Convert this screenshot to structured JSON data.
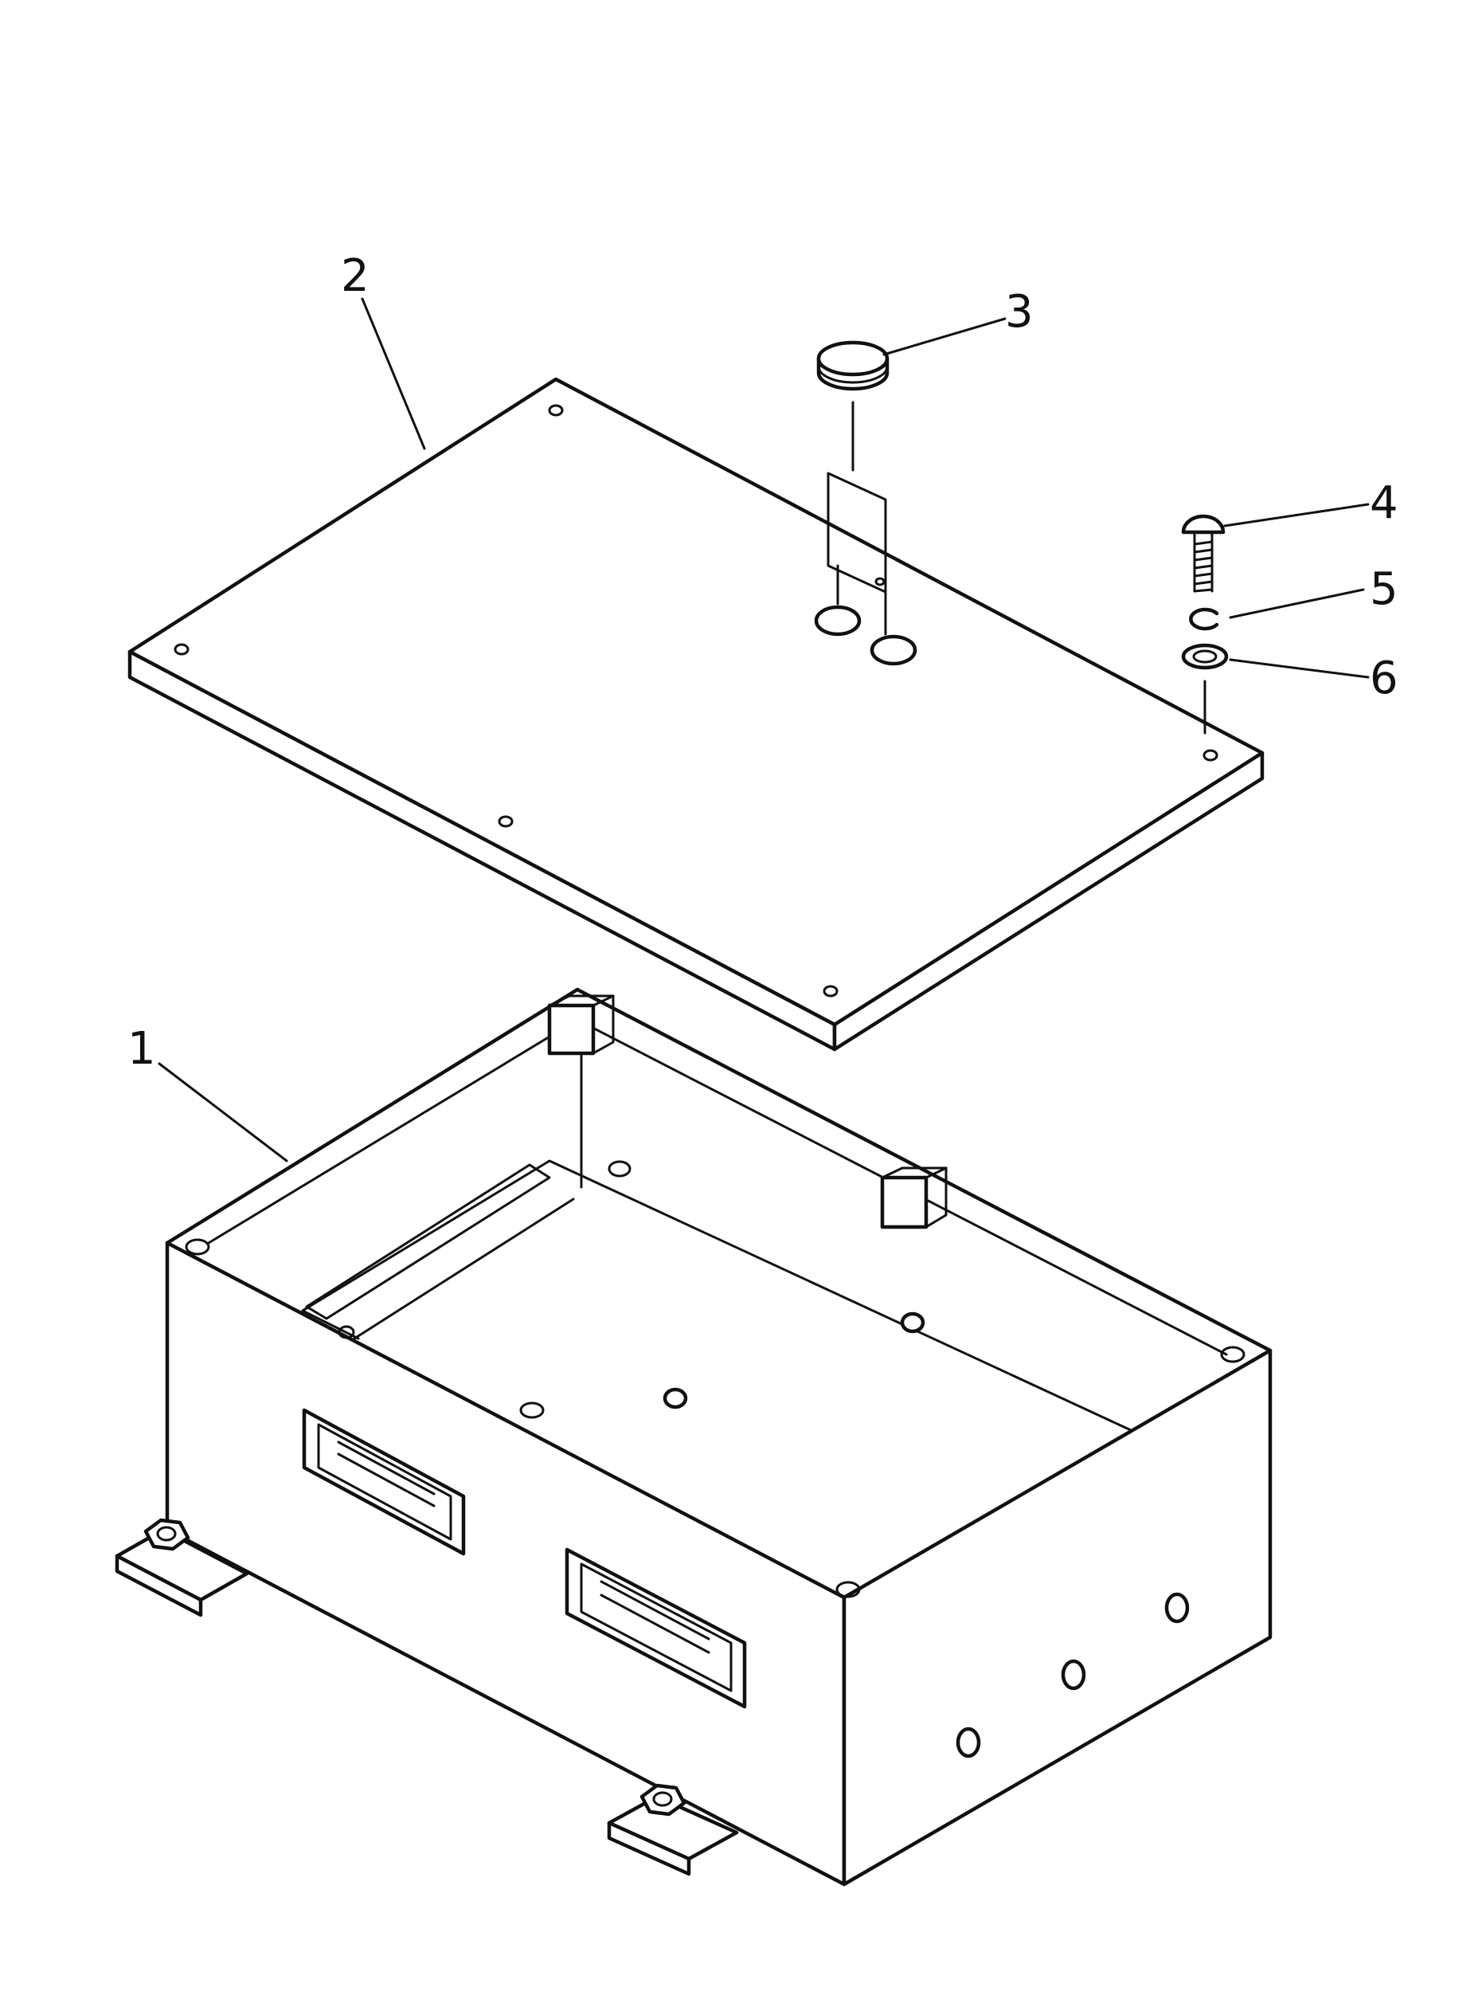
{
  "diagram": {
    "type": "exploded-parts-view",
    "line_color": "#111111",
    "background_color": "#ffffff",
    "callouts": [
      {
        "id": "part-1",
        "label": "1"
      },
      {
        "id": "part-2",
        "label": "2"
      },
      {
        "id": "part-3",
        "label": "3"
      },
      {
        "id": "part-4",
        "label": "4"
      },
      {
        "id": "part-5",
        "label": "5"
      },
      {
        "id": "part-6",
        "label": "6"
      }
    ]
  }
}
